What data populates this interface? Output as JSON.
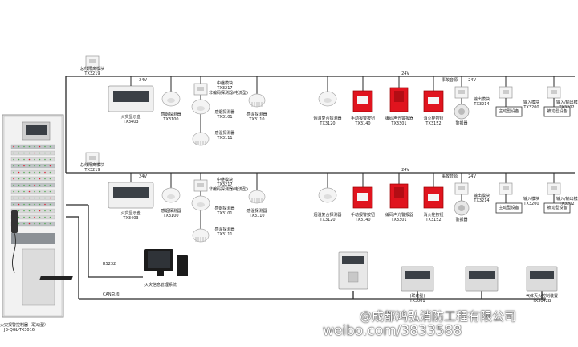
{
  "colors": {
    "line": "#2a2a2a",
    "alarm_red": "#e0141e",
    "panel_gray": "#dcdcdc",
    "device_white": "#f4f4f4"
  },
  "controller": {
    "name": "火灾报警控制器（联动型）",
    "model": "JB-QGL-TX3016"
  },
  "loops": [
    {
      "isolator": {
        "name": "总线隔离模块",
        "model": "TX3219"
      },
      "repeater": {
        "name": "火灾显示盘",
        "model": "TX3403",
        "power": "24V"
      },
      "devices": [
        {
          "name": "感烟探测器",
          "model": "TX3100"
        },
        {
          "name": "中继模块",
          "model": "TX3217"
        },
        {
          "name": "非编码探测器(电流型)",
          "model": ""
        },
        {
          "name": "感烟探测器",
          "model": "TX3101"
        },
        {
          "name": "感温探测器",
          "model": "TX3111"
        },
        {
          "name": "感温探测器",
          "model": "TX3110"
        },
        {
          "name": "烟温复合探测器",
          "model": "TX3120"
        },
        {
          "name": "手动报警按钮",
          "model": "TX3140"
        },
        {
          "name": "编码声光警报器",
          "model": "TX3301",
          "power": "24V"
        },
        {
          "name": "消火栓按钮",
          "model": "TX3152"
        },
        {
          "name": "警报器",
          "model": ""
        },
        {
          "name": "事故音源",
          "model": "",
          "power": "24V"
        },
        {
          "name": "输出模块",
          "model": "TX3214"
        },
        {
          "name": "输入模块",
          "model": "TX3200"
        },
        {
          "name": "输入/输出模块",
          "model": "TX3202"
        },
        {
          "name": "主动型设备",
          "model": ""
        },
        {
          "name": "被动型设备",
          "model": ""
        }
      ]
    },
    {
      "isolator": {
        "name": "总线隔离模块",
        "model": "TX3219"
      },
      "repeater": {
        "name": "火灾显示盘",
        "model": "TX3403",
        "power": "24V"
      },
      "devices": [
        {
          "name": "感烟探测器",
          "model": "TX3100"
        },
        {
          "name": "中继模块",
          "model": "TX3217"
        },
        {
          "name": "非编码探测器(电流型)",
          "model": ""
        },
        {
          "name": "感烟探测器",
          "model": "TX3101"
        },
        {
          "name": "感温探测器",
          "model": "TX3111"
        },
        {
          "name": "感温探测器",
          "model": "TX3110"
        },
        {
          "name": "烟温复合探测器",
          "model": "TX3120"
        },
        {
          "name": "手动报警按钮",
          "model": "TX3140"
        },
        {
          "name": "编码声光警报器",
          "model": "TX3301",
          "power": "24V"
        },
        {
          "name": "消火栓按钮",
          "model": "TX3152"
        },
        {
          "name": "警报器",
          "model": ""
        },
        {
          "name": "事故音源",
          "model": "",
          "power": "24V"
        },
        {
          "name": "输出模块",
          "model": "TX3214"
        },
        {
          "name": "输入模块",
          "model": "TX3200"
        },
        {
          "name": "输入/输出模块",
          "model": "TX3202"
        },
        {
          "name": "主动型设备",
          "model": ""
        },
        {
          "name": "被动型设备",
          "model": ""
        }
      ]
    }
  ],
  "bus_labels": {
    "rs232": "RS232",
    "can": "CAN总线"
  },
  "pc": {
    "name": "火灾信息管理系统"
  },
  "can_devices": [
    {
      "name": "",
      "model": ""
    },
    {
      "name": "(联动型)",
      "model": "TX3001"
    },
    {
      "name": "",
      "model": ""
    },
    {
      "name": "气体灭火控制装置",
      "model": "TX3042B"
    }
  ],
  "watermark": {
    "line1": "@成都鸿弘消防工程有限公司",
    "line2": "weibo.com/3833588"
  }
}
